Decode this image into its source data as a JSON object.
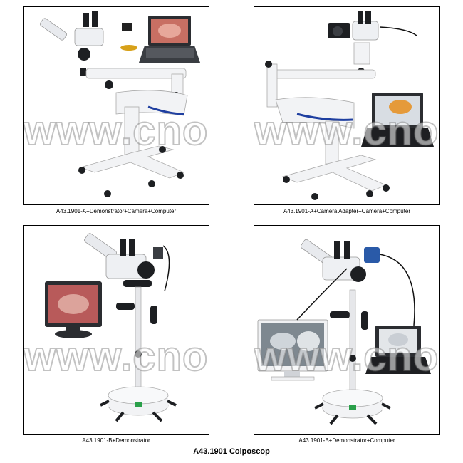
{
  "watermark": "www.cnoec.com",
  "title": "A43.1901 Colposcop",
  "panels": [
    {
      "caption": "A43.1901-A+Demonstrator+Camera+Computer"
    },
    {
      "caption": "A43.1901-A+Camera Adapter+Camera+Computer"
    },
    {
      "caption": "A43.1901-B+Demonstrator"
    },
    {
      "caption": "A43.1901-B+Demonstrator+Computer"
    }
  ],
  "colors": {
    "frame": "#000000",
    "device_white": "#f2f3f5",
    "device_shadow": "#b9bec6",
    "dark": "#1d1f22",
    "screen_tissue": "#b85a5a",
    "accent_blue": "#1f3fa0"
  }
}
